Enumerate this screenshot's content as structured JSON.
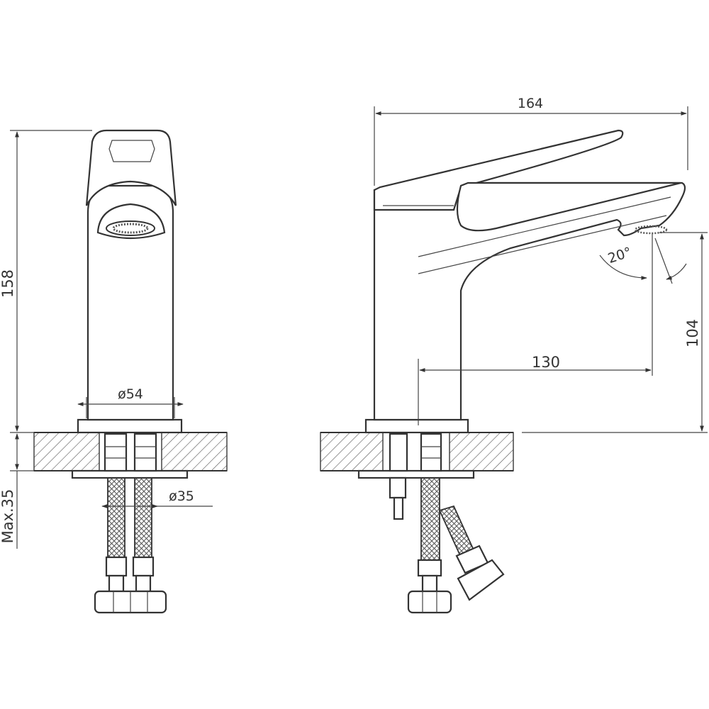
{
  "dimensions": {
    "total_height": "158",
    "body_diameter": "ø54",
    "thread_diameter": "ø35",
    "max_deck_thickness": "Max.35",
    "overall_length": "164",
    "spout_height": "104",
    "spout_reach": "130",
    "spout_angle": "20°"
  }
}
